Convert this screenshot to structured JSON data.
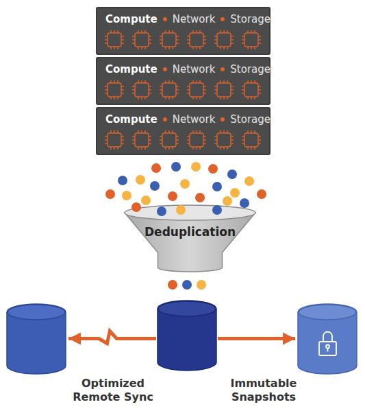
{
  "diagram": {
    "nodes": [
      {
        "text": [
          "Compute",
          "Network",
          "Storage"
        ]
      },
      {
        "text": [
          "Compute",
          "Network",
          "Storage"
        ]
      },
      {
        "text": [
          "Compute",
          "Network",
          "Storage"
        ]
      },
      {
        "text": [
          "Deduplication"
        ]
      },
      {
        "text": []
      },
      {
        "text": []
      },
      {
        "text": []
      }
    ],
    "edges": [
      {
        "from": 5,
        "to": 4,
        "label": "Optimized Remote Sync",
        "arrow": "to"
      },
      {
        "from": 5,
        "to": 6,
        "label": "Immutable Snapshots",
        "arrow": "to"
      }
    ]
  }
}
